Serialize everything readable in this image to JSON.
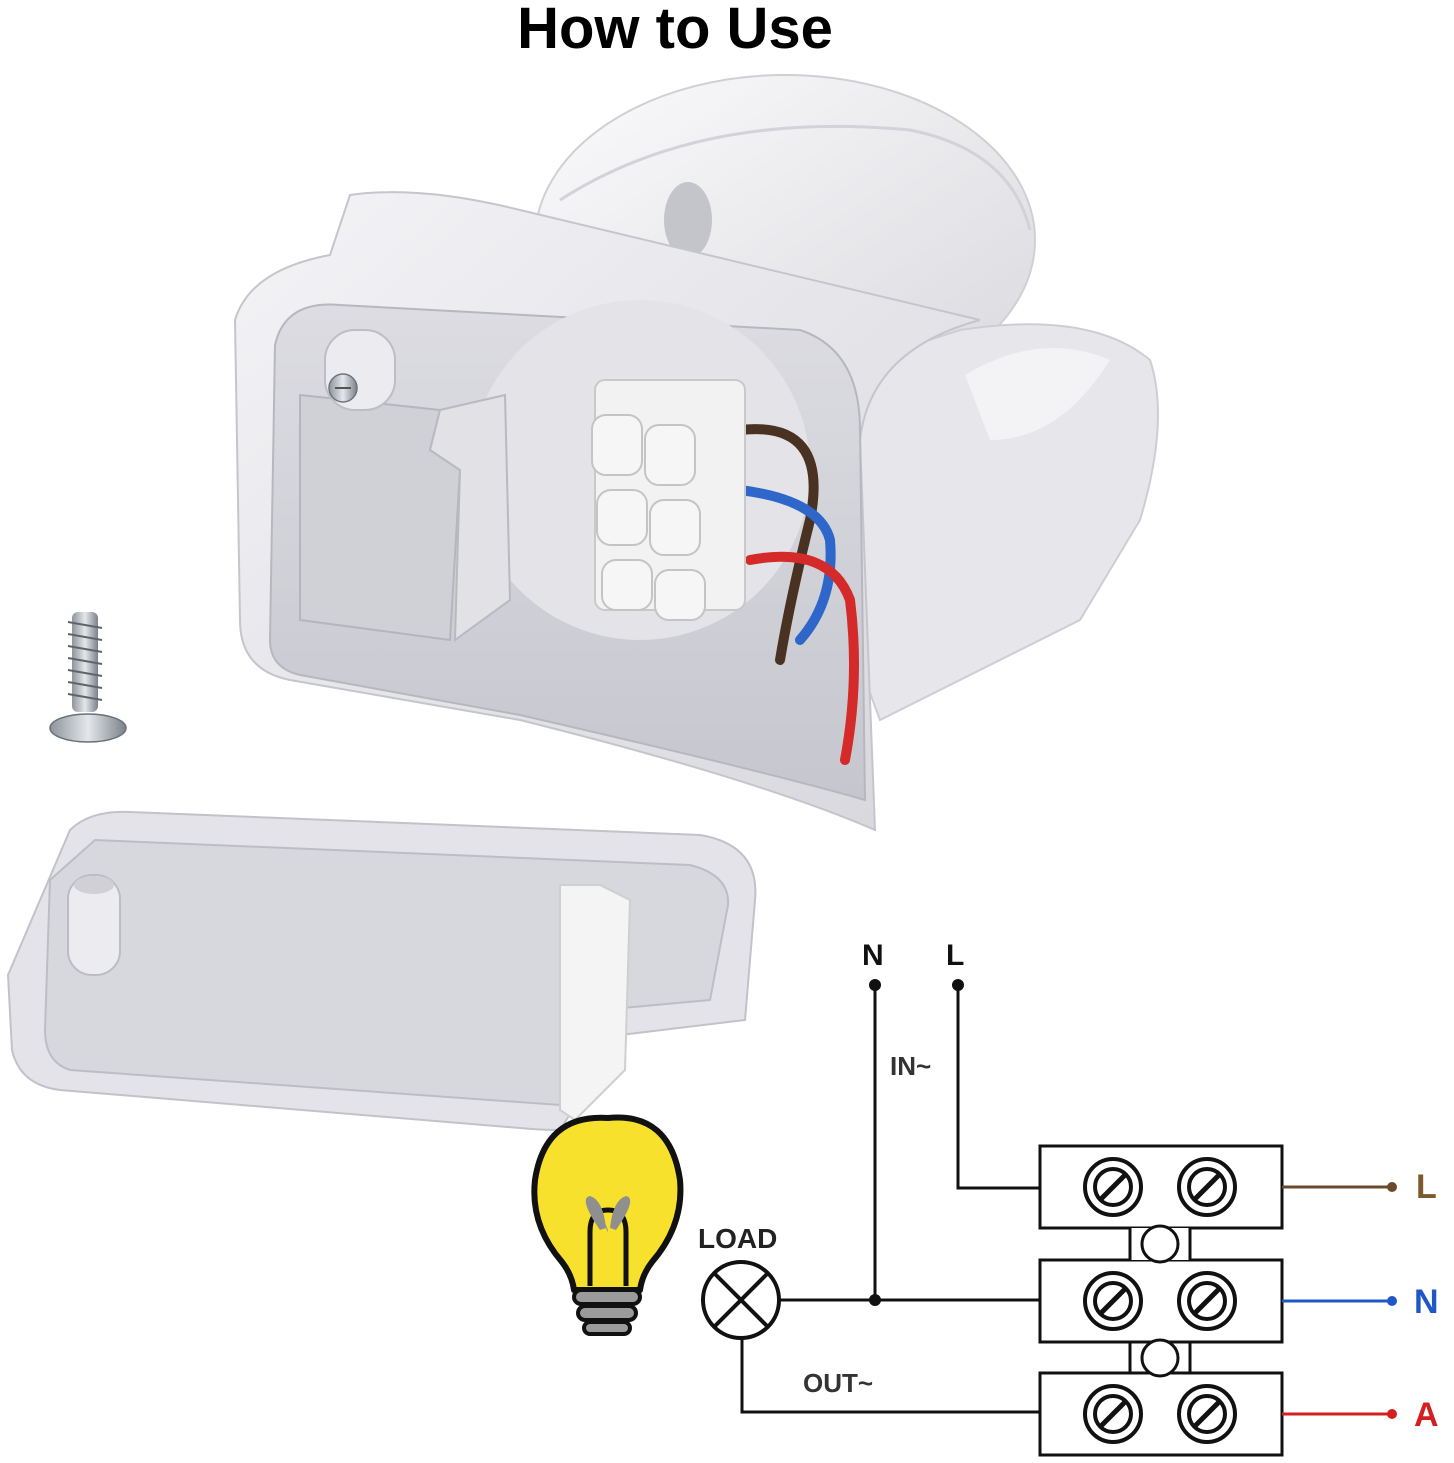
{
  "title": "How to Use",
  "diagram": {
    "top_labels": {
      "n": "N",
      "l": "L"
    },
    "in_label": "IN~",
    "out_label": "OUT~",
    "load_label": "LOAD",
    "right_labels": {
      "l": "L",
      "n": "N",
      "a": "A"
    }
  },
  "colors": {
    "housing": "#e9e9ee",
    "housing_shadow": "#c9c9d0",
    "wire_brown": "#5b3f2a",
    "wire_blue": "#2e64c7",
    "wire_red": "#d42a2a",
    "bulb_yellow": "#f7e12c",
    "label_brown": "#7a5a2e",
    "label_blue": "#1f57c8",
    "label_red": "#d31f1f"
  },
  "icons": [
    "screw-icon",
    "light-bulb-icon",
    "lamp-load-symbol",
    "terminal-screw-icon"
  ]
}
